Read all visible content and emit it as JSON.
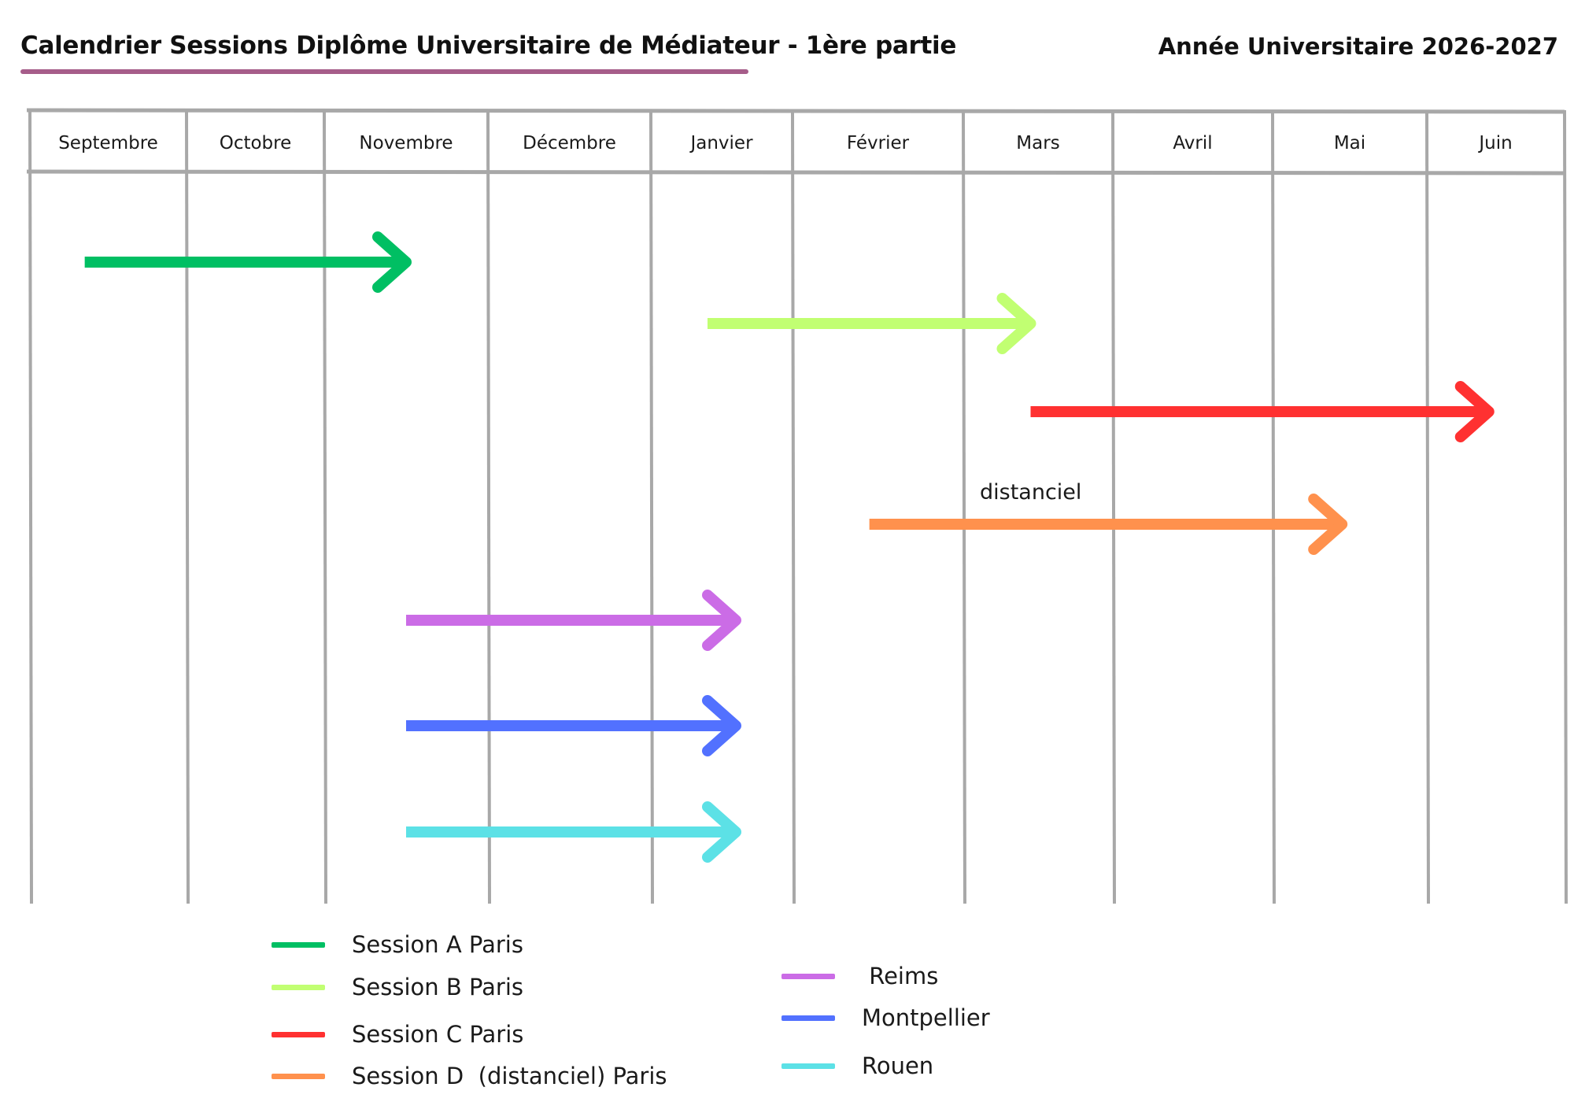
{
  "header": {
    "title": "Calendrier Sessions Diplôme Universitaire de Médiateur - 1ère partie",
    "year": "Année Universitaire 2026-2027",
    "underline_color": "#a65d8a"
  },
  "chart_data": {
    "type": "timeline",
    "months": [
      "Septembre",
      "Octobre",
      "Novembre",
      "Décembre",
      "Janvier",
      "Février",
      "Mars",
      "Avril",
      "Mai",
      "Juin"
    ],
    "grid": true,
    "grid_color": "#a8a8a8",
    "sessions": [
      {
        "name": "Session A Paris",
        "color": "#00bf63",
        "start": 0.35,
        "end": 2.5,
        "legend_group": 0,
        "legend_row": 0
      },
      {
        "name": "Session B Paris",
        "color": "#c1ff72",
        "start": 4.4,
        "end": 6.45,
        "legend_group": 0,
        "legend_row": 1
      },
      {
        "name": "Session C Paris",
        "color": "#ff3131",
        "start": 6.45,
        "end": 9.45,
        "legend_group": 0,
        "legend_row": 2
      },
      {
        "name": "Session D  (distanciel) Paris",
        "color": "#ff914d",
        "start": 5.45,
        "end": 8.45,
        "annotation": "distanciel",
        "legend_group": 0,
        "legend_row": 3
      },
      {
        "name": " Reims",
        "color": "#cb6ce6",
        "start": 2.5,
        "end": 4.6,
        "legend_group": 1,
        "legend_row": 0
      },
      {
        "name": "Montpellier",
        "color": "#5271ff",
        "start": 2.5,
        "end": 4.6,
        "legend_group": 1,
        "legend_row": 1
      },
      {
        "name": "Rouen",
        "color": "#5ce1e6",
        "start": 2.5,
        "end": 4.6,
        "legend_group": 1,
        "legend_row": 2
      }
    ]
  }
}
